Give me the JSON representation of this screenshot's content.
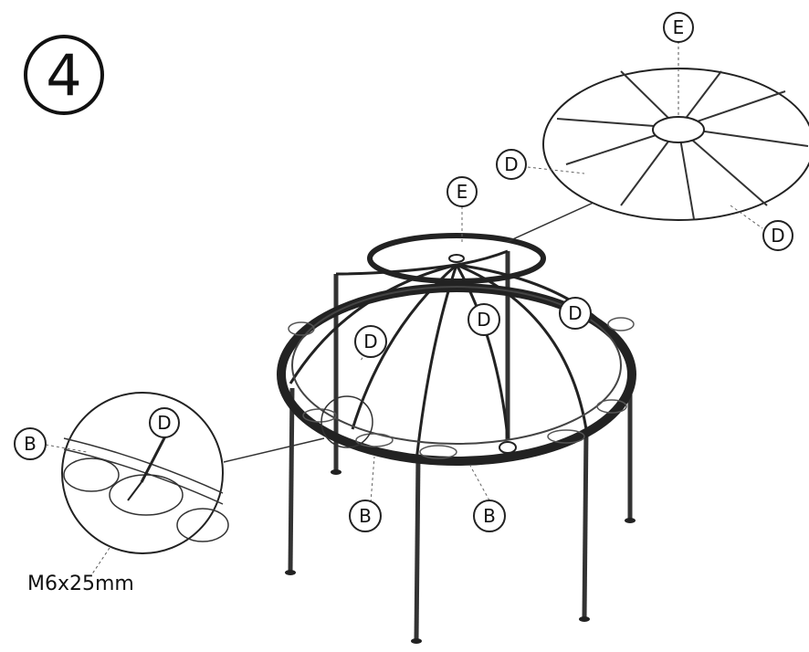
{
  "step": {
    "number": "4"
  },
  "labels": {
    "e_top": "E",
    "e_center": "E",
    "d_detail_left": "D",
    "d_detail_right": "D",
    "d_rib_left": "D",
    "d_rib_mid": "D",
    "d_rib_right": "D",
    "d_bolt_detail": "D",
    "b_detail": "B",
    "b_ring_left": "B",
    "b_ring_right": "B"
  },
  "bolt_spec": "M6x25mm",
  "colors": {
    "line": "#222222",
    "paper": "#ffffff"
  }
}
